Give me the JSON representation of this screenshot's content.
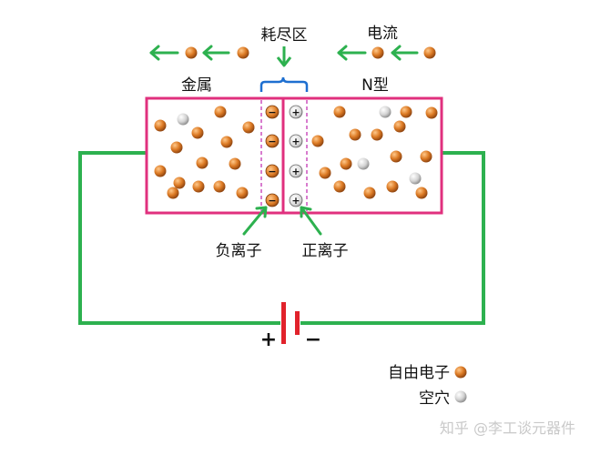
{
  "labels": {
    "depletion_region": "耗尽区",
    "current": "电流",
    "metal": "金属",
    "n_type": "N型",
    "negative_ion": "负离子",
    "positive_ion": "正离子",
    "battery_positive": "+",
    "battery_negative": "−"
  },
  "legend": {
    "free_electron": "自由电子",
    "hole": "空穴"
  },
  "ion_marks": {
    "negative": "−",
    "positive": "+"
  },
  "watermark": "知乎 @李工谈元器件",
  "colors": {
    "electron": "#d9751f",
    "hole": "#d5d5d5",
    "box_border": "#e0307e",
    "depletion_dash": "#c236b4",
    "wire": "#2db14f",
    "arrow": "#2db14f",
    "bracket": "#1e6fd0",
    "battery": "#e1222b"
  },
  "icons": {
    "electron": "orange-sphere",
    "hole": "grey-sphere",
    "positive_ion": "plus-circle",
    "negative_ion": "minus-circle"
  }
}
